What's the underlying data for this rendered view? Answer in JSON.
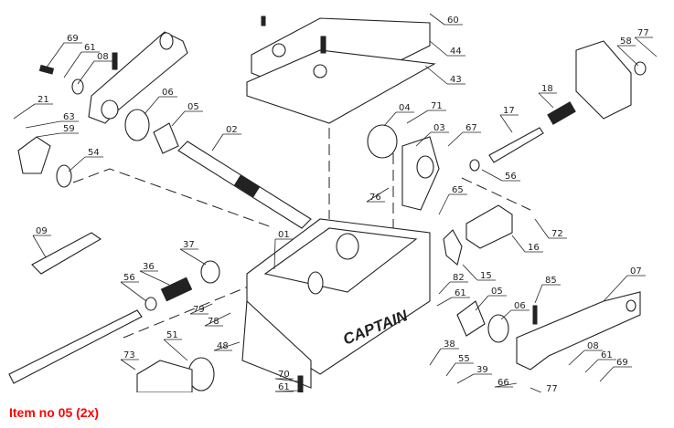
{
  "caption": "Item no 05 (2x)",
  "brand_text": "CAPTAIN",
  "caption_color": "#ff0000",
  "callouts": [
    "69",
    "61",
    "08",
    "21",
    "63",
    "59",
    "54",
    "06",
    "05",
    "02",
    "60",
    "44",
    "43",
    "04",
    "71",
    "03",
    "67",
    "17",
    "18",
    "58",
    "77",
    "56",
    "76",
    "65",
    "09",
    "01",
    "37",
    "36",
    "56",
    "79",
    "78",
    "51",
    "48",
    "73",
    "70",
    "61",
    "72",
    "16",
    "15",
    "82",
    "61",
    "05",
    "06",
    "85",
    "07",
    "08",
    "61",
    "69",
    "38",
    "55",
    "39",
    "66",
    "77"
  ]
}
